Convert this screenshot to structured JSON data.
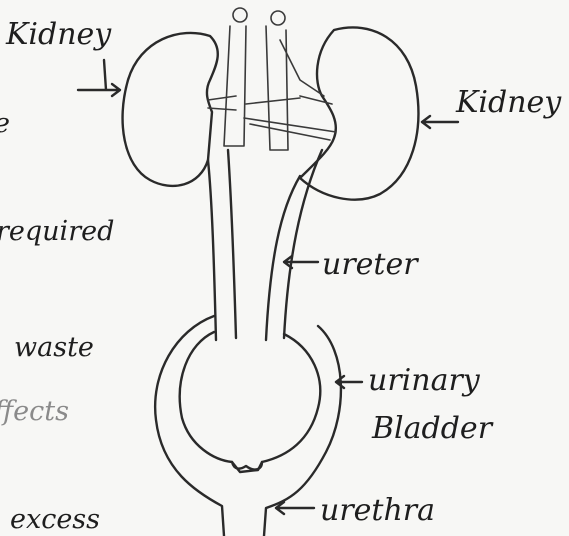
{
  "labels": {
    "kidney_left": "Kidney",
    "kidney_right": "Kidney",
    "ureter": "ureter",
    "urinary_bladder_line1": "urinary",
    "urinary_bladder_line2": "Bladder",
    "urethra": "urethra"
  },
  "cropped_text": {
    "fragment_1": "e",
    "fragment_2": "required",
    "fragment_3": "waste",
    "fragment_4": "ffects",
    "fragment_5": "excess"
  }
}
